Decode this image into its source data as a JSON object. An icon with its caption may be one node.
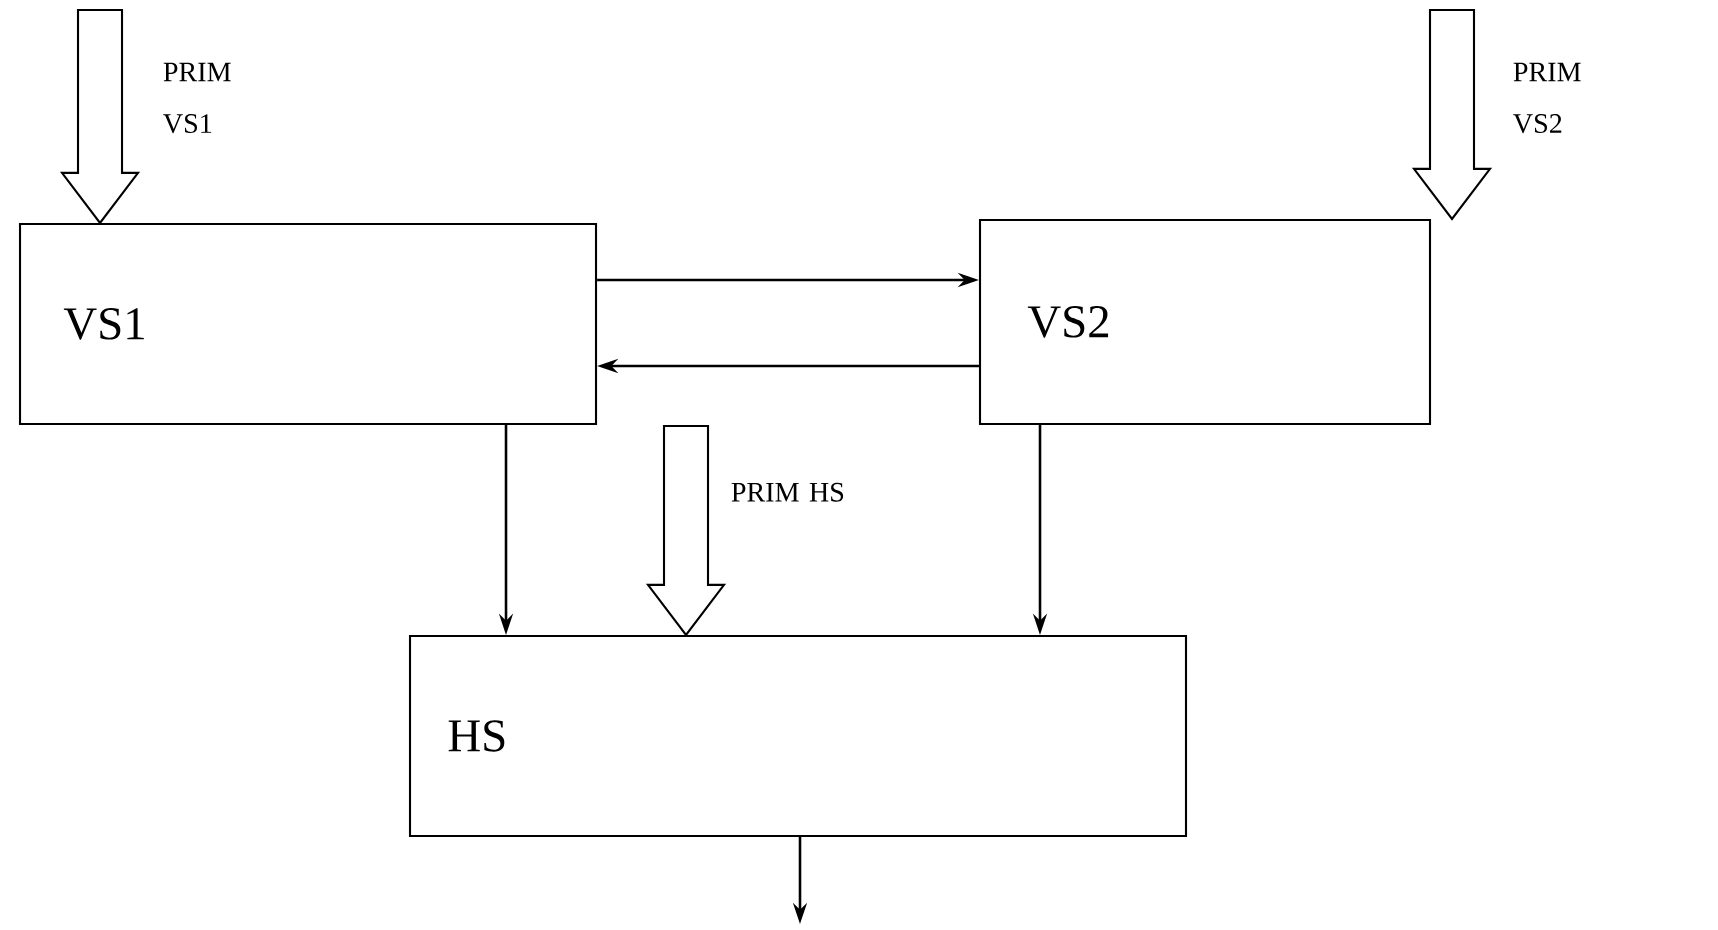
{
  "diagram": {
    "nodes": [
      {
        "text": [
          "VS1"
        ]
      },
      {
        "text": [
          "VS2"
        ]
      },
      {
        "text": [
          "HS"
        ]
      }
    ],
    "edges": [
      {
        "from": 0,
        "to": 1,
        "arrow": "to"
      },
      {
        "from": 1,
        "to": 0,
        "arrow": "to"
      },
      {
        "from": 0,
        "to": 2,
        "arrow": "to"
      },
      {
        "from": 1,
        "to": 2,
        "arrow": "to"
      },
      {
        "from": 2,
        "to": null,
        "arrow": "to"
      },
      {
        "from": null,
        "to": 0,
        "arrow": "to",
        "style": "thick",
        "label": "PRIM VS1"
      },
      {
        "from": null,
        "to": 1,
        "arrow": "to",
        "style": "thick",
        "label": "PRIM VS2"
      },
      {
        "from": null,
        "to": 2,
        "arrow": "to",
        "style": "thick",
        "label": "PRIM HS"
      }
    ]
  }
}
